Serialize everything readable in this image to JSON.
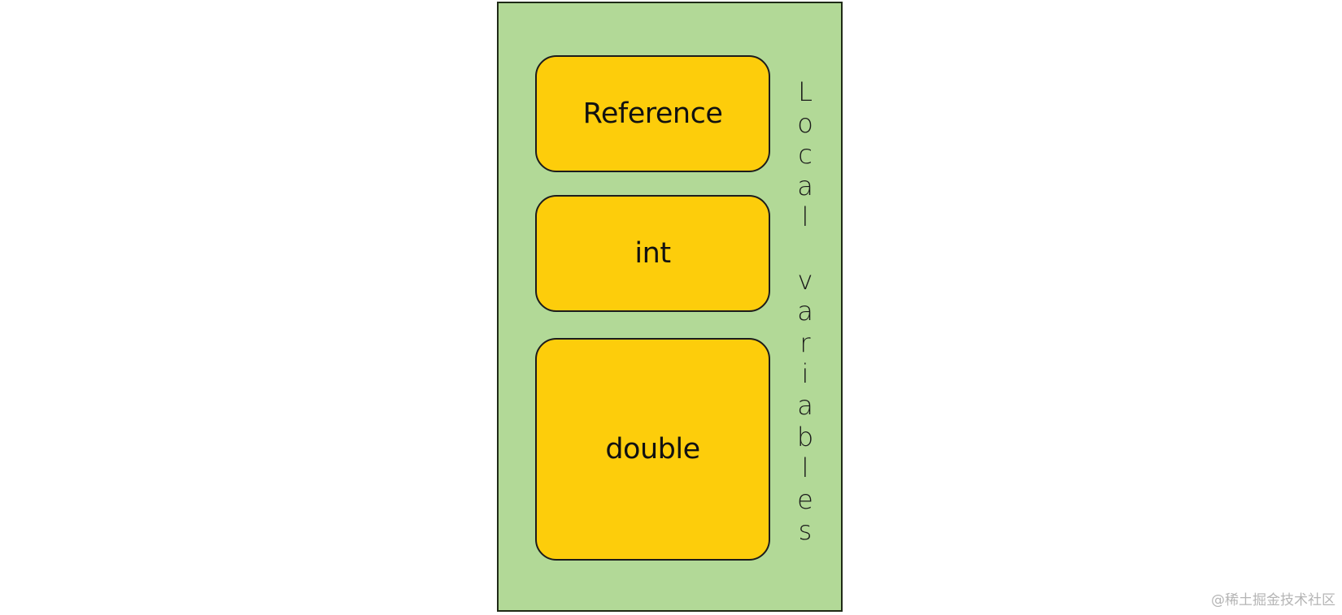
{
  "diagram": {
    "slots": [
      {
        "label": "Reference"
      },
      {
        "label": "int"
      },
      {
        "label": "double"
      }
    ],
    "side_label": "Local variables"
  },
  "watermark": "@稀土掘金技术社区",
  "colors": {
    "frame_fill": "#b2d997",
    "slot_fill": "#fdcd0b",
    "outline": "#1c1c1c"
  }
}
